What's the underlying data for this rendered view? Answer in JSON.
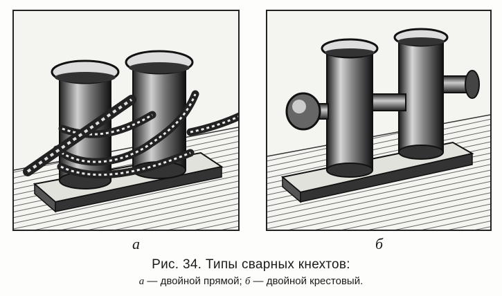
{
  "figure": {
    "panel_a": {
      "label": "а"
    },
    "panel_b": {
      "label": "б"
    },
    "caption": {
      "title": "Рис. 34. Типы сварных кнехтов:",
      "item_a_letter": "а",
      "item_a_text": " — двойной прямой; ",
      "item_b_letter": "б",
      "item_b_text": " — двойной крестовый."
    }
  }
}
